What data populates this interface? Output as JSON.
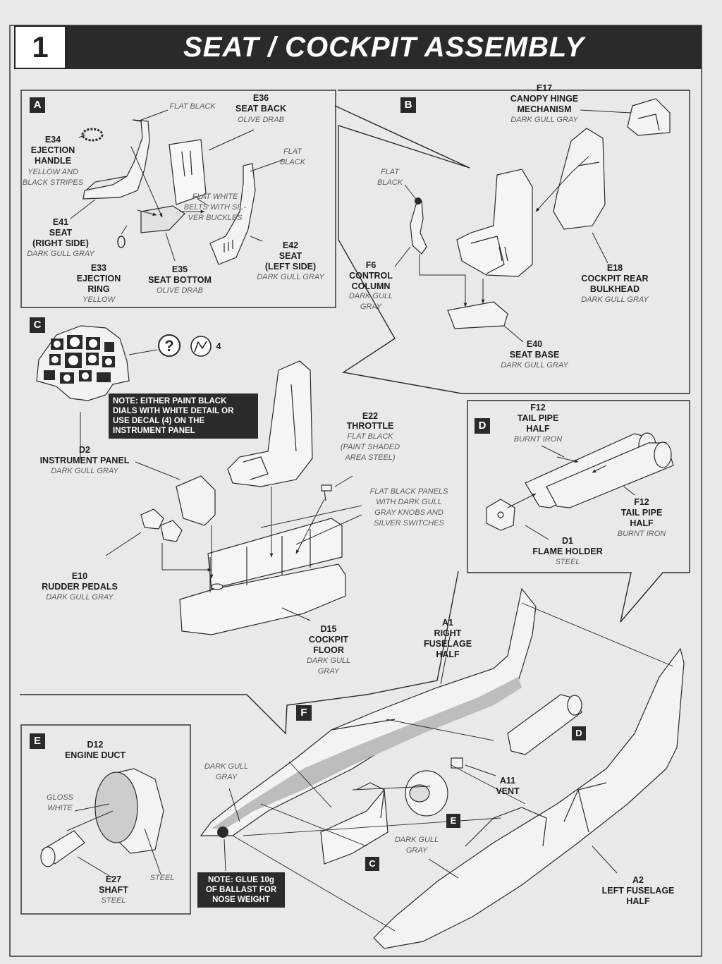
{
  "step": {
    "number": "1",
    "title": "SEAT / COCKPIT ASSEMBLY"
  },
  "sections": {
    "a": "A",
    "b": "B",
    "c": "C",
    "d": "D",
    "e": "E",
    "f": "F"
  },
  "callouts": {
    "c_ref": "C",
    "d_ref": "D",
    "e_ref": "E"
  },
  "decal_ref": {
    "icon": "question-mark-icon",
    "number": "4"
  },
  "notes": {
    "instrument": "NOTE:  EITHER PAINT BLACK\nDIALS WITH WHITE DETAIL OR\nUSE DECAL (4) ON THE\nINSTRUMENT PANEL",
    "ballast": "NOTE:  GLUE 10g\nOF BALLAST FOR\nNOSE WEIGHT"
  },
  "parts": {
    "a_flat_black": "FLAT BLACK",
    "e34_id": "E34",
    "e34_name": "EJECTION\nHANDLE",
    "e34_color": "YELLOW AND\nBLACK STRIPES",
    "e36_id": "E36",
    "e36_name": "SEAT BACK",
    "e36_color": "OLIVE DRAB",
    "a_flat_black2": "FLAT\nBLACK",
    "a_belts": "FLAT WHITE\nBELTS WITH SIL-\nVER BUCKLES",
    "e41_id": "E41",
    "e41_name": "SEAT\n(RIGHT SIDE)",
    "e41_color": "DARK GULL GRAY",
    "e33_id": "E33",
    "e33_name": "EJECTION\nRING",
    "e33_color": "YELLOW",
    "e35_id": "E35",
    "e35_name": "SEAT BOTTOM",
    "e35_color": "OLIVE DRAB",
    "e42_id": "E42",
    "e42_name": "SEAT\n(LEFT SIDE)",
    "e42_color": "DARK GULL GRAY",
    "e17_id": "E17",
    "e17_name": "CANOPY HINGE\nMECHANISM",
    "e17_color": "DARK GULL GRAY",
    "b_flat_black": "FLAT\nBLACK",
    "f6_id": "F6",
    "f6_name": "CONTROL\nCOLUMN",
    "f6_color": "DARK GULL\nGRAY",
    "e18_id": "E18",
    "e18_name": "COCKPIT REAR\nBULKHEAD",
    "e18_color": "DARK GULL GRAY",
    "e40_id": "E40",
    "e40_name": "SEAT BASE",
    "e40_color": "DARK GULL GRAY",
    "d2_id": "D2",
    "d2_name": "INSTRUMENT PANEL",
    "d2_color": "DARK GULL GRAY",
    "e22_id": "E22",
    "e22_name": "THROTTLE",
    "e22_color": "FLAT BLACK\n(PAINT SHADED\nAREA STEEL)",
    "c_panels": "FLAT BLACK PANELS\nWITH DARK GULL\nGRAY KNOBS AND\nSILVER SWITCHES",
    "e10_id": "E10",
    "e10_name": "RUDDER PEDALS",
    "e10_color": "DARK GULL GRAY",
    "d15_id": "D15",
    "d15_name": "COCKPIT\nFLOOR",
    "d15_color": "DARK GULL\nGRAY",
    "f12a_id": "F12",
    "f12a_name": "TAIL PIPE\nHALF",
    "f12a_color": "BURNT IRON",
    "f12b_id": "F12",
    "f12b_name": "TAIL PIPE\nHALF",
    "f12b_color": "BURNT IRON",
    "d1_id": "D1",
    "d1_name": "FLAME HOLDER",
    "d1_color": "STEEL",
    "a1_id": "A1",
    "a1_name": "RIGHT\nFUSELAGE\nHALF",
    "d12_id": "D12",
    "d12_name": "ENGINE DUCT",
    "e_gloss": "GLOSS\nWHITE",
    "e_steel": "STEEL",
    "e27_id": "E27",
    "e27_name": "SHAFT",
    "e27_color": "STEEL",
    "f_dgg1": "DARK GULL\nGRAY",
    "f_dgg2": "DARK GULL\nGRAY",
    "a11_id": "A11",
    "a11_name": "VENT",
    "a2_id": "A2",
    "a2_name": "LEFT FUSELAGE\nHALF"
  },
  "colors": {
    "ink": "#2a2a2a",
    "paper": "#e9e9ec",
    "shade": "#bdbdc1"
  }
}
